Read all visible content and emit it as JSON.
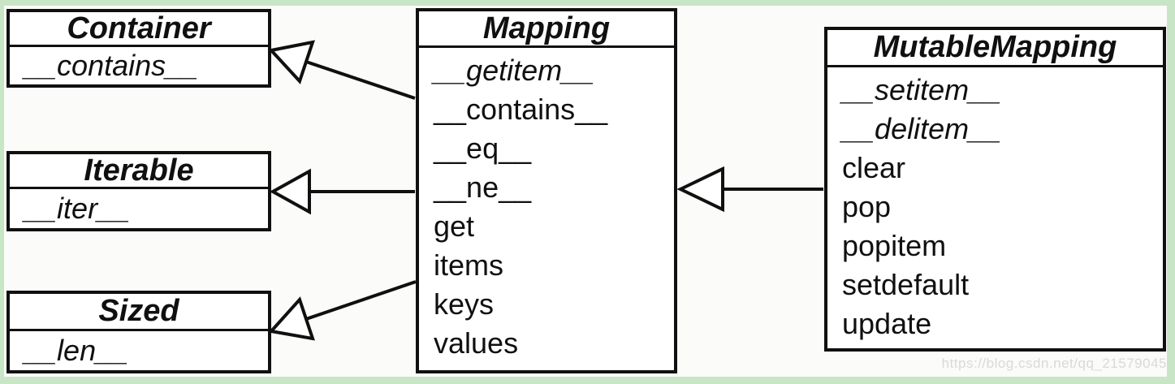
{
  "page": {
    "background_color": "#c8e6c6",
    "canvas_color": "#fbfbf9",
    "watermark": "https://blog.csdn.net/qq_21579045"
  },
  "classes": {
    "container": {
      "title": "Container",
      "members": [
        {
          "text": "__contains__",
          "abstract": true
        }
      ]
    },
    "iterable": {
      "title": "Iterable",
      "members": [
        {
          "text": "__iter__",
          "abstract": true
        }
      ]
    },
    "sized": {
      "title": "Sized",
      "members": [
        {
          "text": "__len__",
          "abstract": true
        }
      ]
    },
    "mapping": {
      "title": "Mapping",
      "members": [
        {
          "text": "__getitem__",
          "abstract": true
        },
        {
          "text": "__contains__",
          "abstract": false
        },
        {
          "text": "__eq__",
          "abstract": false
        },
        {
          "text": "__ne__",
          "abstract": false
        },
        {
          "text": "get",
          "abstract": false
        },
        {
          "text": "items",
          "abstract": false
        },
        {
          "text": "keys",
          "abstract": false
        },
        {
          "text": "values",
          "abstract": false
        }
      ]
    },
    "mutable_mapping": {
      "title": "MutableMapping",
      "members": [
        {
          "text": "__setitem__",
          "abstract": true
        },
        {
          "text": "__delitem__",
          "abstract": true
        },
        {
          "text": "clear",
          "abstract": false
        },
        {
          "text": "pop",
          "abstract": false
        },
        {
          "text": "popitem",
          "abstract": false
        },
        {
          "text": "setdefault",
          "abstract": false
        },
        {
          "text": "update",
          "abstract": false
        }
      ]
    }
  },
  "relations": [
    {
      "from": "Mapping",
      "to": "Container",
      "type": "inheritance"
    },
    {
      "from": "Mapping",
      "to": "Iterable",
      "type": "inheritance"
    },
    {
      "from": "Mapping",
      "to": "Sized",
      "type": "inheritance"
    },
    {
      "from": "MutableMapping",
      "to": "Mapping",
      "type": "inheritance"
    }
  ]
}
